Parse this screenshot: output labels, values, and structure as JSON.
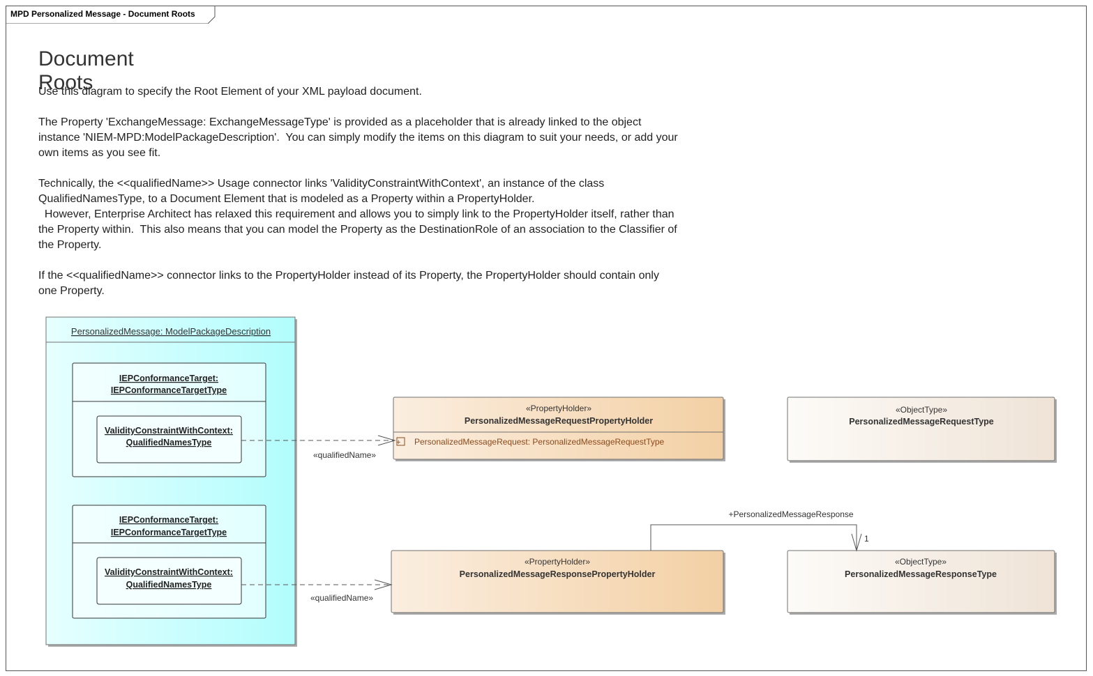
{
  "frame": {
    "label": "MPD Personalized Message - Document Roots"
  },
  "note": {
    "title": "Document Roots",
    "paragraphs": [
      "Use this diagram to specify the Root Element of your XML payload document.",
      "The Property 'ExchangeMessage: ExchangeMessageType' is provided as a placeholder that is already linked to the object instance 'NIEM-MPD:ModelPackageDescription'.  You can simply modify the items on this diagram to suit your needs, or add your own items as you see fit.",
      "Technically, the <<qualifiedName>> Usage connector links 'ValidityConstraintWithContext', an instance of the class QualifiedNamesType, to a Document Element that is modeled as a Property within a PropertyHolder.\n  However, Enterprise Architect has relaxed this requirement and allows you to simply link to the PropertyHolder itself, rather than the Property within.  This also means that you can model the Property as the DestinationRole of an association to the Classifier of the Property.",
      "If the <<qualifiedName>> connector links to the PropertyHolder instead of its Property, the PropertyHolder should contain only one Property."
    ]
  },
  "mpd": {
    "title": "PersonalizedMessage: ModelPackageDescription",
    "targets": [
      {
        "line1": "IEPConformanceTarget:",
        "line2": "IEPConformanceTargetType",
        "inner_line1": "ValidityConstraintWithContext:",
        "inner_line2": "QualifiedNamesType"
      },
      {
        "line1": "IEPConformanceTarget:",
        "line2": "IEPConformanceTargetType",
        "inner_line1": "ValidityConstraintWithContext:",
        "inner_line2": "QualifiedNamesType"
      }
    ]
  },
  "request_holder": {
    "stereotype": "«PropertyHolder»",
    "name": "PersonalizedMessageRequestPropertyHolder",
    "property": "PersonalizedMessageRequest: PersonalizedMessageRequestType"
  },
  "response_holder": {
    "stereotype": "«PropertyHolder»",
    "name": "PersonalizedMessageResponsePropertyHolder"
  },
  "request_type": {
    "stereotype": "«ObjectType»",
    "name": "PersonalizedMessageRequestType"
  },
  "response_type": {
    "stereotype": "«ObjectType»",
    "name": "PersonalizedMessageResponseType"
  },
  "connectors": {
    "qualified_name_1": "«qualifiedName»",
    "qualified_name_2": "«qualifiedName»",
    "association_role": "+PersonalizedMessageResponse",
    "association_multiplicity": "1"
  },
  "colors": {
    "mpd_fill_start": "#e6ffff",
    "mpd_fill_end": "#b2fdfd",
    "holder_fill_start": "#fbeee0",
    "holder_fill_end": "#f3d0a4",
    "type_fill_start": "#fdfbf8",
    "type_fill_end": "#efe3d6",
    "property_text": "#8a4a1c"
  }
}
